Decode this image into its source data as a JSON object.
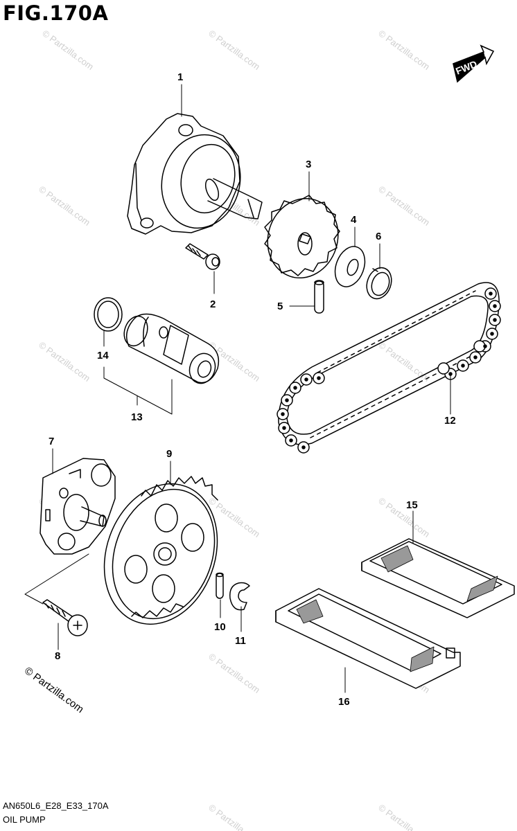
{
  "figure": {
    "title": "FIG.170A",
    "fwd_label": "FWD",
    "model_code": "AN650L6_E28_E33_170A",
    "caption": "OIL PUMP",
    "copyright": "© Partzilla.com",
    "watermark": "© Partzilla.com"
  },
  "callouts": {
    "p1": "1",
    "p2": "2",
    "p3": "3",
    "p4": "4",
    "p5": "5",
    "p6": "6",
    "p7": "7",
    "p8": "8",
    "p9": "9",
    "p10": "10",
    "p11": "11",
    "p12": "12",
    "p13": "13",
    "p14": "14",
    "p15": "15",
    "p16": "16"
  },
  "colors": {
    "ink": "#000000",
    "watermark": "#cfcfcf",
    "background": "#ffffff"
  }
}
